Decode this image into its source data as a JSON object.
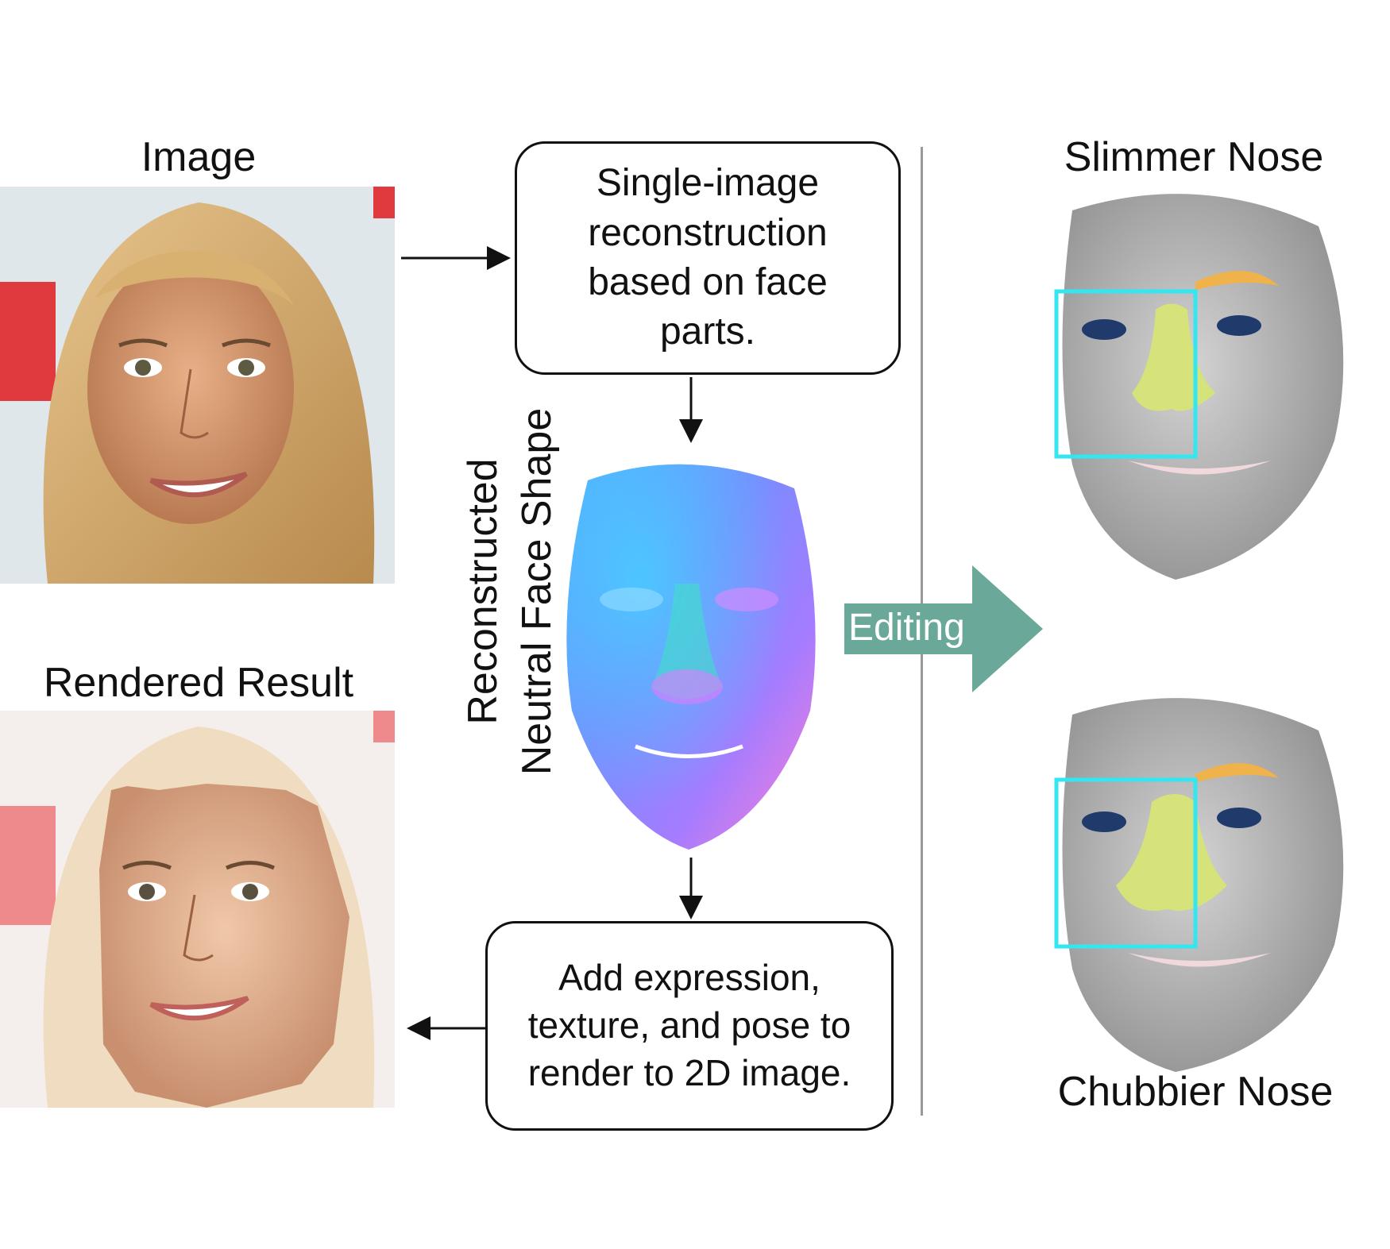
{
  "labels": {
    "image": "Image",
    "rendered": "Rendered Result",
    "slimmer": "Slimmer Nose",
    "chubbier": "Chubbier Nose",
    "editing": "Editing"
  },
  "boxes": {
    "top": [
      "Single-image",
      "reconstruction",
      "based on face",
      "parts."
    ],
    "bottom": [
      "Add expression,",
      "texture, and pose to",
      "render to 2D image."
    ]
  },
  "vertical_label": [
    "Reconstructed",
    "Neutral Face Shape"
  ],
  "colors": {
    "arrow": "#6aa99a",
    "highlight_box": "#33e6f0",
    "nose": "#d6e27a",
    "eyebrow": "#f0b24a",
    "eye": "#1f3a6b",
    "mesh": "#a9a9a9"
  }
}
